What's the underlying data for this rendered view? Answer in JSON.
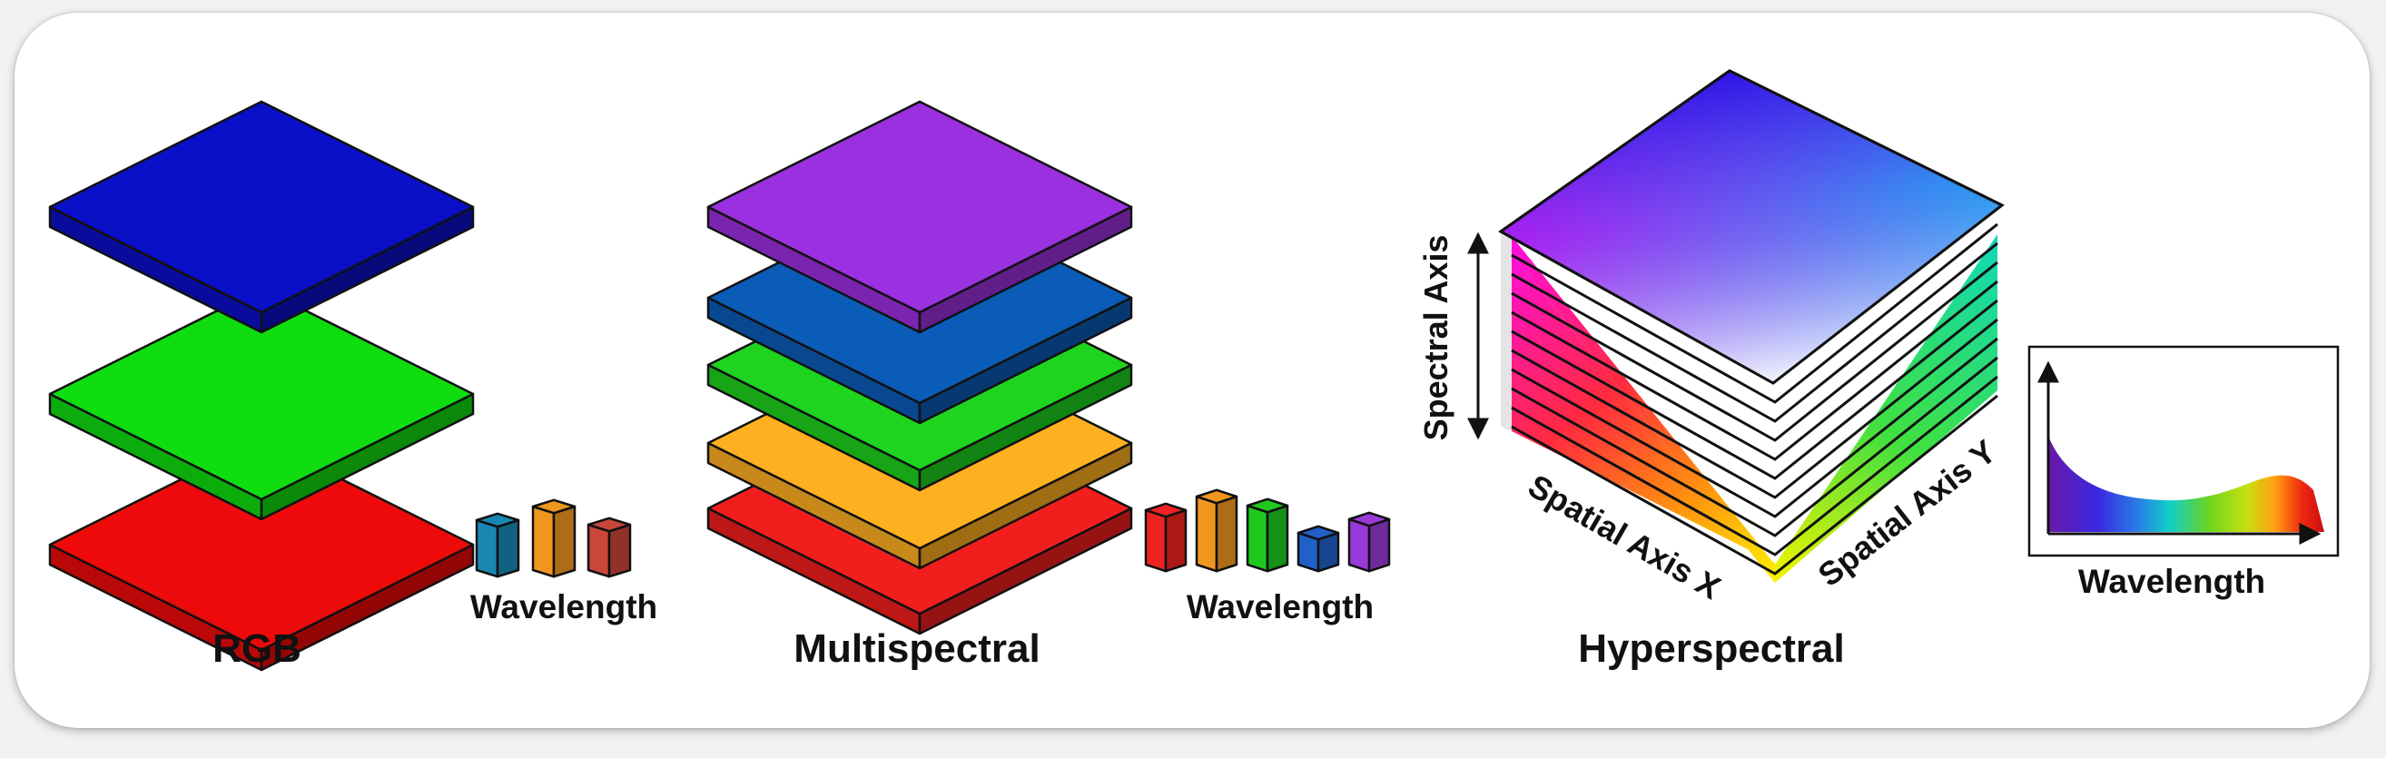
{
  "panels": {
    "rgb": {
      "title": "RGB",
      "wavelength_label": "Wavelength",
      "layers": [
        "#0a10c8",
        "#10dd10",
        "#ee0a0a"
      ],
      "bars": [
        {
          "color": "#1a87b3",
          "level": 0.55
        },
        {
          "color": "#f0961e",
          "level": 0.7
        },
        {
          "color": "#c8463a",
          "level": 0.5
        }
      ]
    },
    "multispectral": {
      "title": "Multispectral",
      "wavelength_label": "Wavelength",
      "layers": [
        "#9b30e0",
        "#0a5cb8",
        "#1ed41e",
        "#ffb020",
        "#f21e1e"
      ],
      "bars": [
        {
          "color": "#ee2222",
          "level": 0.6
        },
        {
          "color": "#f0961e",
          "level": 0.75
        },
        {
          "color": "#1ec81e",
          "level": 0.65
        },
        {
          "color": "#2060c8",
          "level": 0.35
        },
        {
          "color": "#9a3ad8",
          "level": 0.5
        }
      ]
    },
    "hyperspectral": {
      "title": "Hyperspectral",
      "spectral_axis_label": "Spectral Axis",
      "spatial_x_label": "Spatial Axis X",
      "spatial_y_label": "Spatial Axis Y",
      "stack_layers": 10
    },
    "spectrum": {
      "wavelength_label": "Wavelength"
    }
  }
}
